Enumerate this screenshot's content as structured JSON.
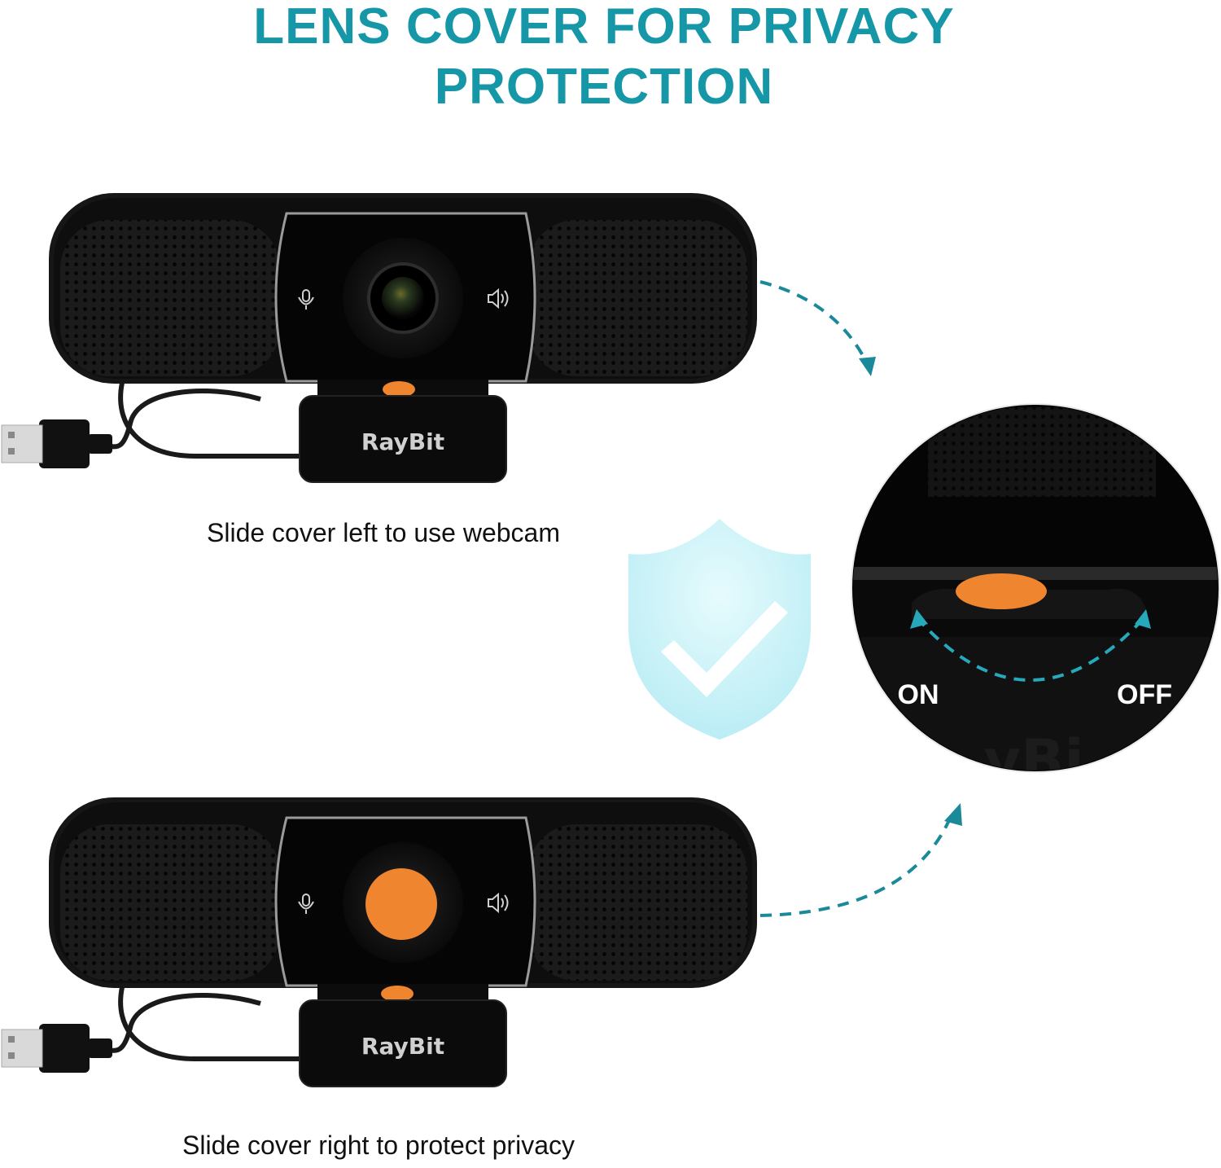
{
  "title": "LENS COVER FOR PRIVACY PROTECTION",
  "captions": {
    "top": "Slide cover left to use webcam",
    "bottom": "Slide cover right to protect privacy"
  },
  "webcams": {
    "top": {
      "brand": "RayBit",
      "cover": "open"
    },
    "bottom": {
      "brand": "RayBit",
      "cover": "closed"
    }
  },
  "zoom": {
    "on_label": "ON",
    "off_label": "OFF"
  },
  "colors": {
    "title": "#1697a8",
    "arrow": "#1a8a9a",
    "cover_orange": "#f0852f",
    "shield": "#c9f2f8"
  },
  "icons": [
    "microphone-icon",
    "speaker-icon",
    "shield-check-icon",
    "usb-plug-icon"
  ]
}
